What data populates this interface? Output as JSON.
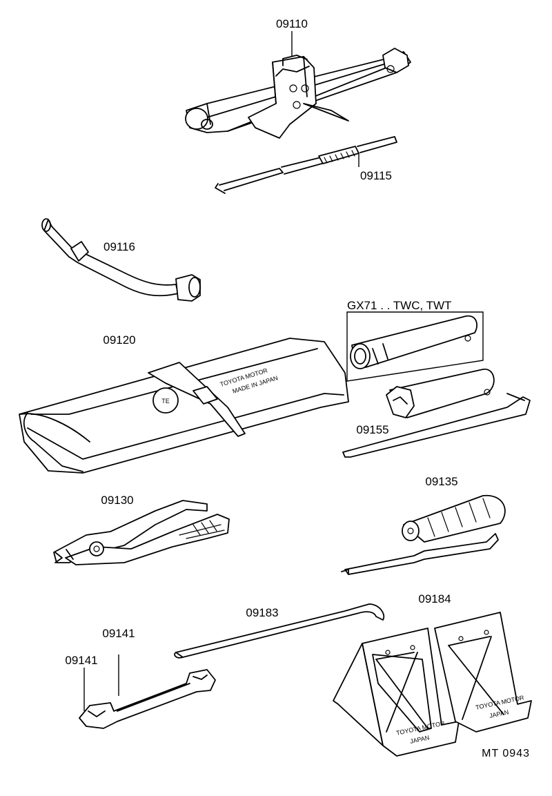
{
  "labels": {
    "jack": "09110",
    "jack_handle": "09115",
    "wheel_wrench": "09116",
    "tool_bag": "09120",
    "plug_wrench_group": "GX71 . . TWC, TWT",
    "plug_wrench": "09155",
    "pliers": "09130",
    "screwdriver": "09135",
    "tire_lever": "09183",
    "wheel_chock": "09184",
    "spanner_a": "09141",
    "spanner_b": "09141"
  },
  "stamps": {
    "bag_brand": "TOYOTA MOTOR",
    "bag_origin": "MADE IN JAPAN",
    "chock_brand": "TOYOTA MOTOR",
    "chock_origin": "JAPAN"
  },
  "reference": "MT  0943"
}
